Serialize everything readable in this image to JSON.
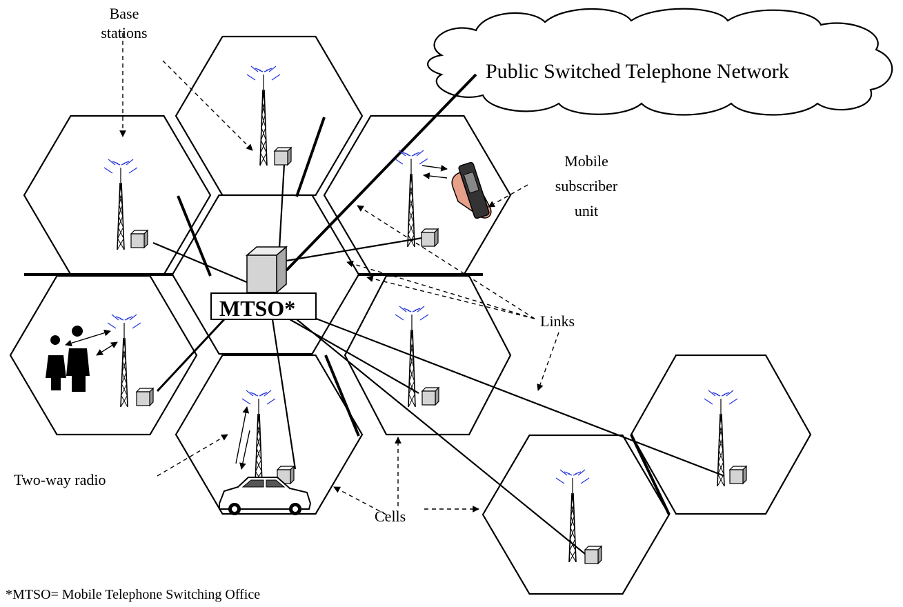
{
  "labels": {
    "base_stations_line1": "Base",
    "base_stations_line2": "stations",
    "pstn": "Public Switched Telephone Network",
    "mobile_line1": "Mobile",
    "mobile_line2": "subscriber",
    "mobile_line3": "unit",
    "mtso": "MTSO*",
    "links": "Links",
    "two_way_radio": "Two-way radio",
    "cells": "Cells",
    "footnote": "*MTSO= Mobile Telephone Switching Office"
  },
  "colors": {
    "line": "#000000",
    "box_fill": "#d4d4d4",
    "antenna_wave": "#2a3bdc"
  }
}
